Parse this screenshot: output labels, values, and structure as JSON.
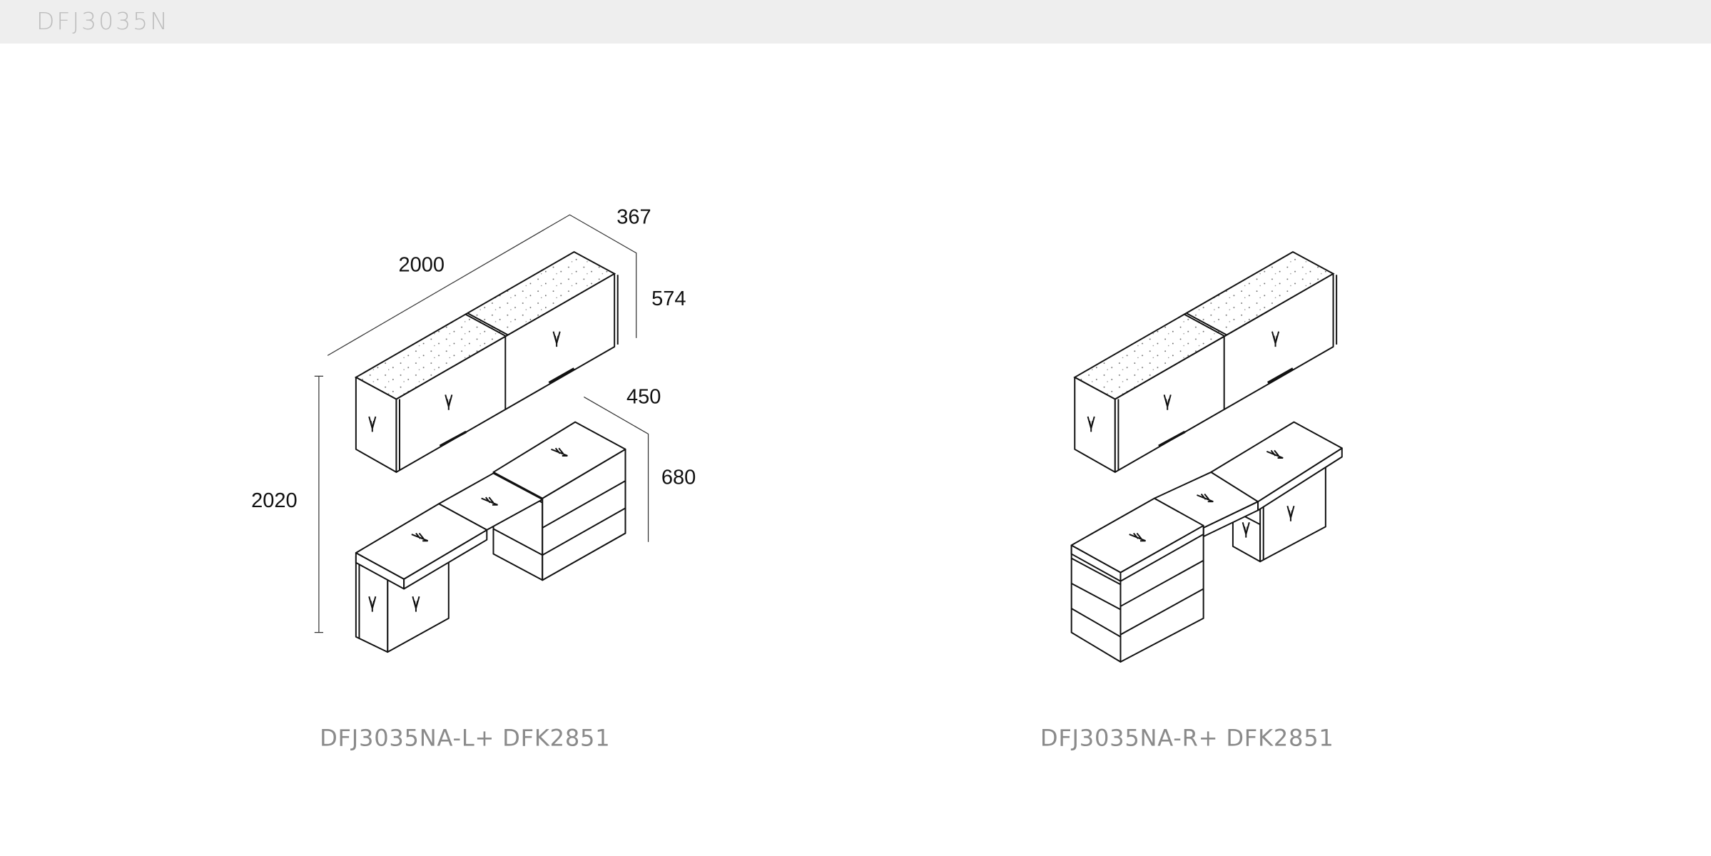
{
  "header": {
    "title": "DFJ3035N"
  },
  "dimensions": {
    "width": "2000",
    "depth_upper": "367",
    "height_upper": "574",
    "total_height": "2020",
    "depth_desk": "450",
    "height_desk": "680"
  },
  "variants": [
    {
      "label": "DFJ3035NA-L+ DFK2851"
    },
    {
      "label": "DFJ3035NA-R+ DFK2851"
    }
  ]
}
